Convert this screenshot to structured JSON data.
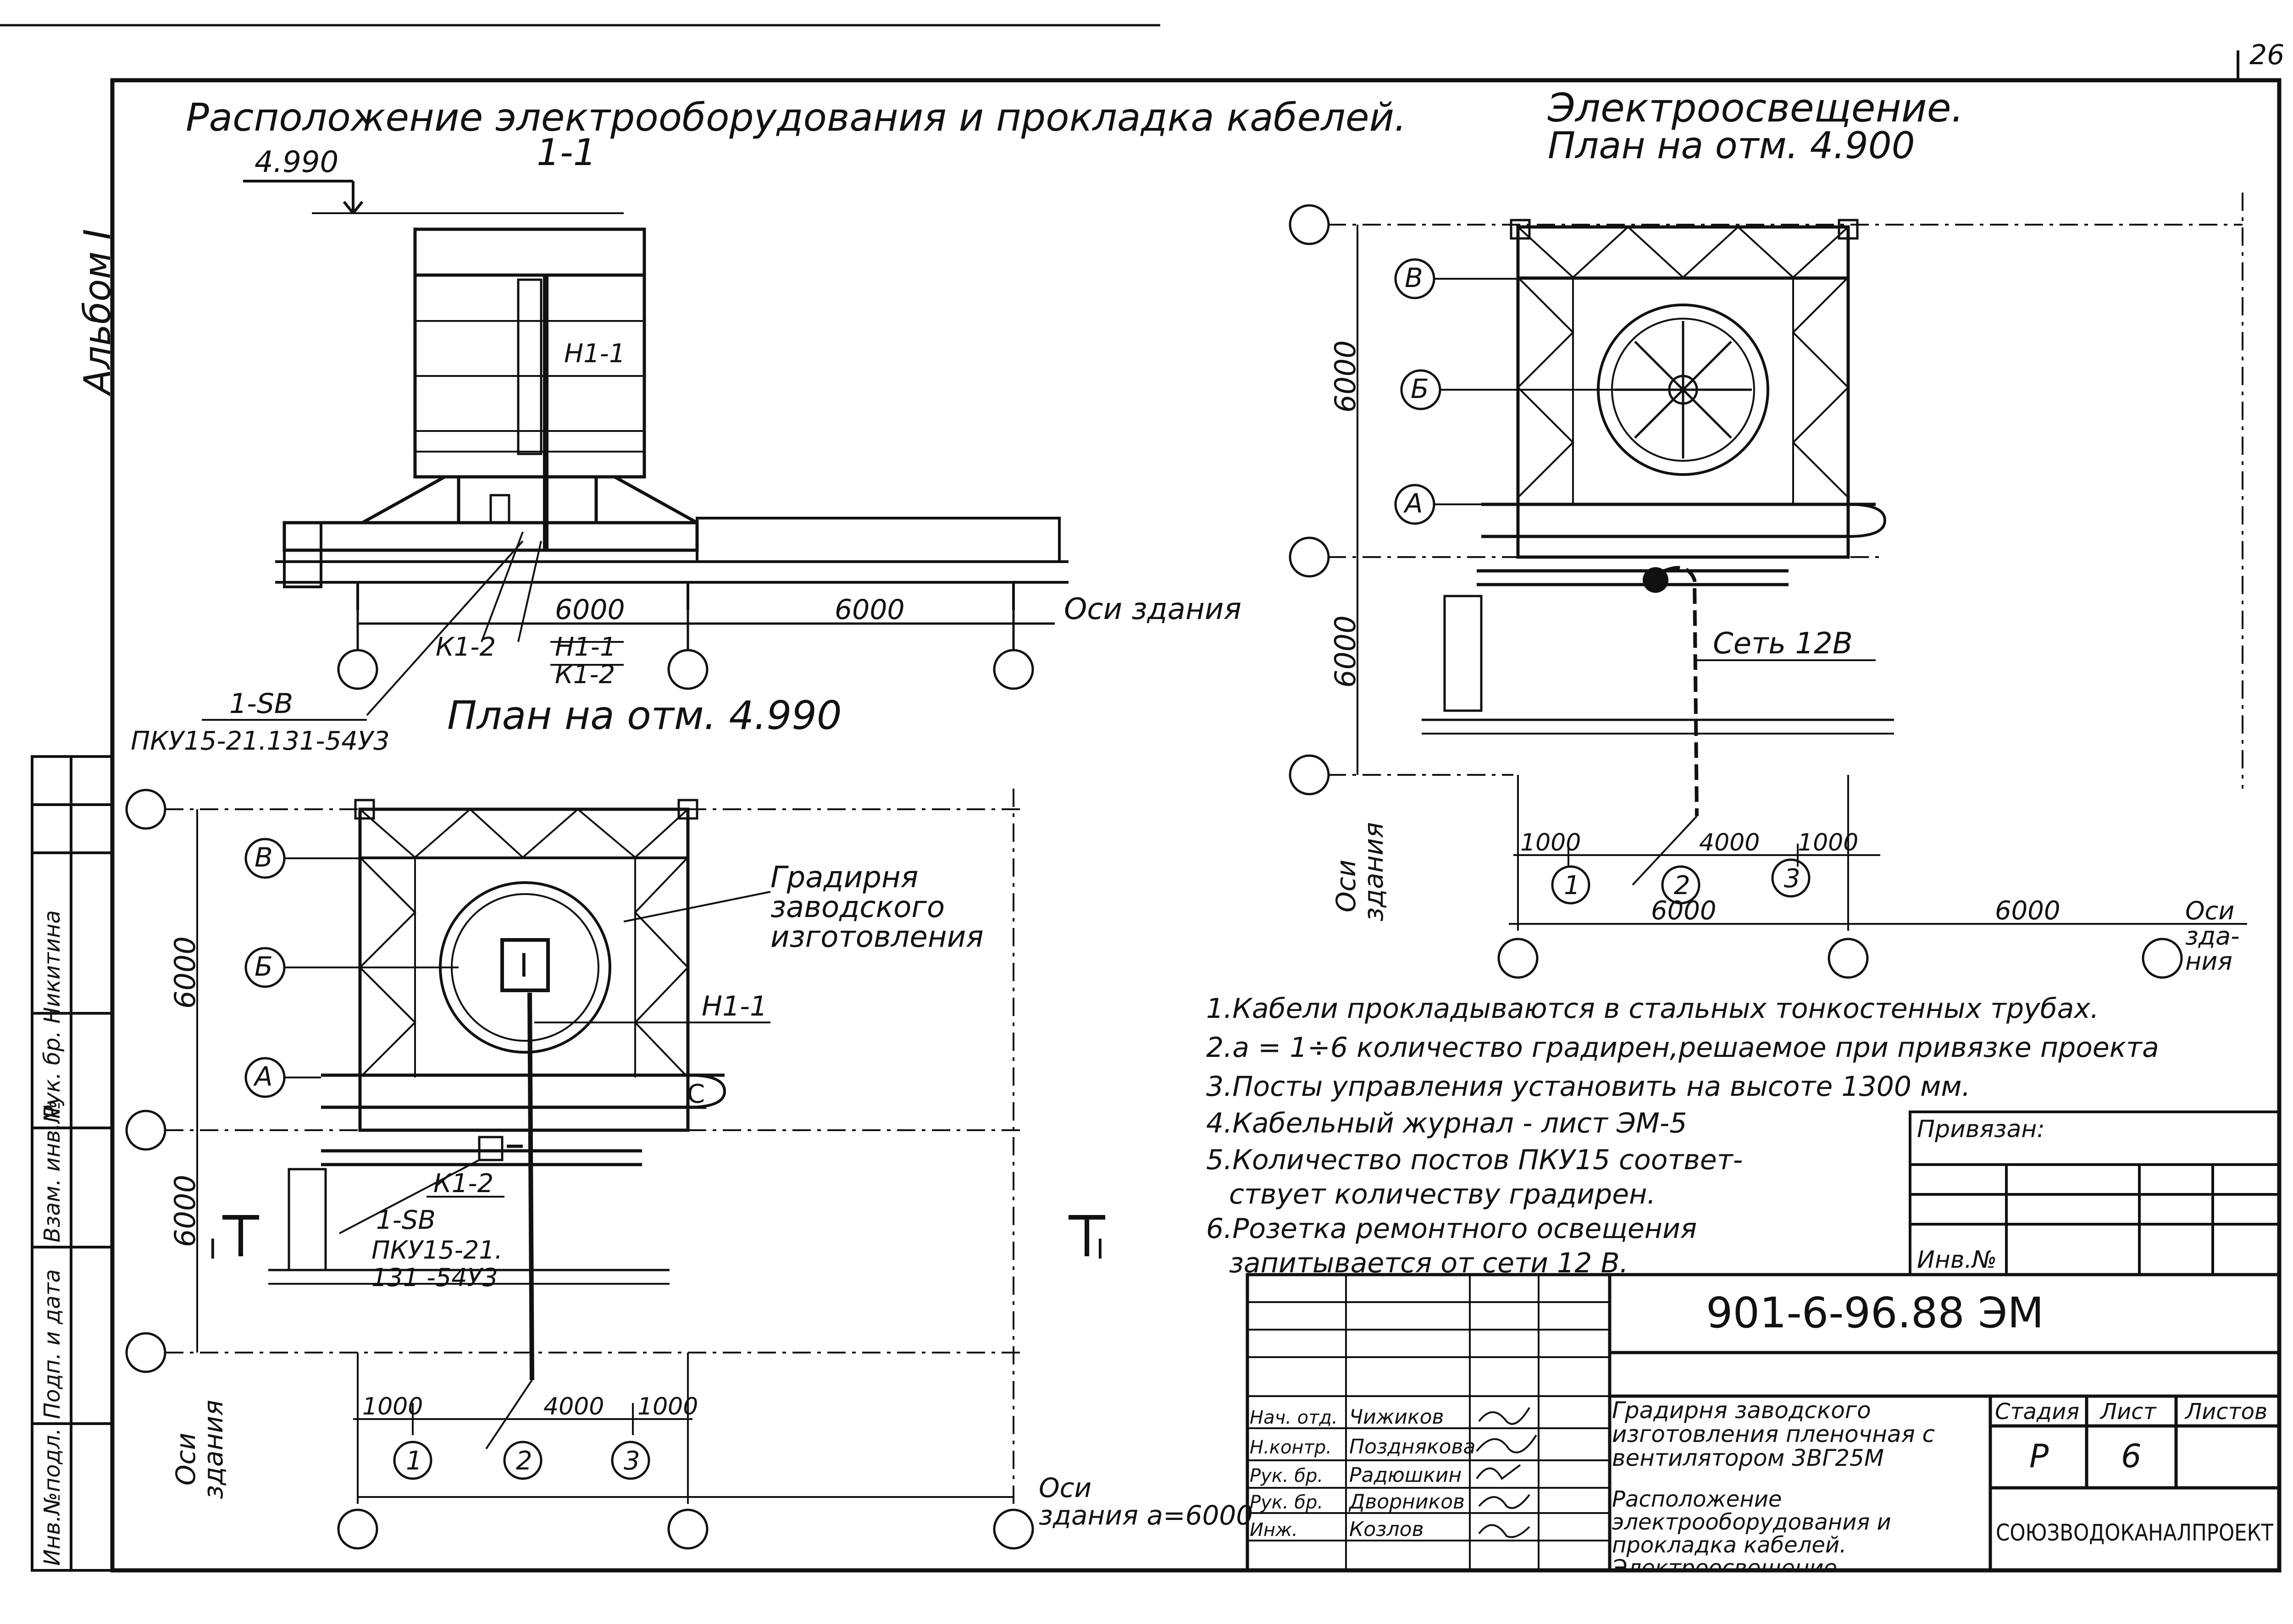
{
  "sheet": {
    "page_number": "26",
    "album": "Альбом I",
    "designation": "901-6-96.88 ЭМ",
    "org": "СОЮЗВОДОКАНАЛПРОЕКТ",
    "title_object": "Градирня заводского изготовления пленочная с вентилятором 3ВГ25М",
    "title_sheet": "Расположение электрооборудования и прокладка кабелей. Электроосвещение",
    "stage_label": "Стадия",
    "sheet_label": "Лист",
    "sheets_label": "Листов",
    "stage": "Р",
    "sheet_no": "6",
    "attached": "Привязан:",
    "inv_no": "Инв.№",
    "left_stamp": [
      "Инв.№подл.",
      "Подп. и дата",
      "Взам. инв.№",
      "Рук. бр. Никитина"
    ],
    "signatures": [
      {
        "role": "Нач. отд.",
        "name": "Чижиков"
      },
      {
        "role": "Н.контр.",
        "name": "Позднякова"
      },
      {
        "role": "Рук. бр.",
        "name": "Радюшкин"
      },
      {
        "role": "Рук. бр.",
        "name": "Дворников"
      },
      {
        "role": "Инж.",
        "name": "Козлов"
      }
    ]
  },
  "section": {
    "title": "Расположение электрооборудования и прокладка кабелей.",
    "cut": "1-1",
    "elev": "4.990",
    "dim1": "6000",
    "dim2": "6000",
    "axes": "Оси здания",
    "k1": "К1-2",
    "h1": "Н1-1",
    "h1b": "Н1-1",
    "k2": "К1-2",
    "sb": "1-SB",
    "pku": "ПКУ15-21.131-54У3"
  },
  "plan490": {
    "title": "План на отм. 4.990",
    "axisB": "В",
    "axisBb": "Б",
    "axisA": "А",
    "dim6000a": "6000",
    "dim6000b": "6000",
    "tower_label": [
      "Градирня",
      "заводского",
      "изготовления"
    ],
    "fan": "I",
    "h1": "Н1-1",
    "k1": "К1-2",
    "sb": "1-SB",
    "pku": [
      "ПКУ15-21.",
      "131 -54У3"
    ],
    "axes_v": [
      "Оси",
      "здания"
    ],
    "col1": "1",
    "col2": "2",
    "col3": "3",
    "d1000a": "1000",
    "d4000": "4000",
    "d1000b": "1000",
    "axes_h": [
      "Оси",
      "здания а=6000"
    ],
    "cut_mark": "I",
    "c_mark": "С"
  },
  "lighting": {
    "title": "Электроосвещение.",
    "subtitle": "План на отм. 4.900",
    "axisB": "В",
    "axisBb": "Б",
    "axisA": "А",
    "dim6000a": "6000",
    "dim6000b": "6000",
    "net": "Сеть 12В",
    "axes_v": [
      "Оси",
      "здания"
    ],
    "col1": "1",
    "col2": "2",
    "col3": "3",
    "d1000a": "1000",
    "d4000": "4000",
    "d1000b": "1000",
    "d6000a": "6000",
    "d6000b": "6000",
    "axes_h": [
      "Оси",
      "зда-",
      "ния"
    ]
  },
  "notes": [
    "1.Кабели прокладываются в стальных тонкостенных трубах.",
    "2.а = 1÷6 количество градирен,решаемое при привязке проекта",
    "3.Посты управления установить на высоте 1300 мм.",
    "4.Кабельный журнал - лист ЭМ-5",
    "5.Количество постов ПКУ15 соответ-",
    "ствует количеству градирен.",
    "6.Розетка ремонтного освещения",
    "запитывается от сети 12 В."
  ]
}
